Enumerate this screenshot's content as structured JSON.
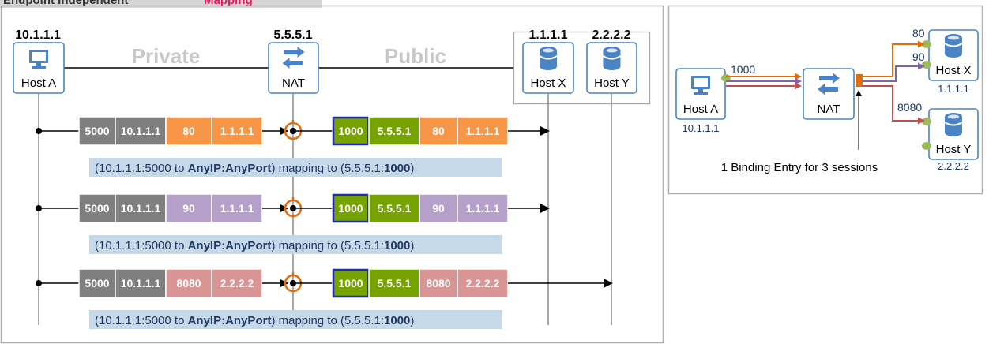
{
  "header_tab": {
    "part1": "Endpoint Independent ",
    "part2": "Mapping"
  },
  "colors": {
    "gray": "#7f7f7f",
    "orange": "#f79646",
    "purple": "#b4a0c8",
    "pink": "#d99594",
    "green": "#77a300",
    "blue_border": "#1f2ea6",
    "icon_blue": "#4a84c7",
    "caption_bg": "#c5d9e8",
    "nat_orange": "#e36c0a",
    "link_green": "#9bbb59",
    "text_blue": "#1f3864"
  },
  "left": {
    "network_labels": {
      "private": "Private",
      "public": "Public"
    },
    "nodes": {
      "host_a": {
        "label": "Host A",
        "ip": "10.1.1.1",
        "icon": "monitor-icon"
      },
      "nat": {
        "label": "NAT",
        "ip": "5.5.5.1",
        "icon": "nat-arrows-icon"
      },
      "host_x": {
        "label": "Host X",
        "ip": "1.1.1.1",
        "icon": "database-icon"
      },
      "host_y": {
        "label": "Host Y",
        "ip": "2.2.2.2",
        "icon": "database-icon"
      }
    },
    "flows": [
      {
        "before": [
          {
            "text": "5000",
            "color": "gray"
          },
          {
            "text": "10.1.1.1",
            "color": "gray"
          },
          {
            "text": "80",
            "color": "orange"
          },
          {
            "text": "1.1.1.1",
            "color": "orange"
          }
        ],
        "after": [
          {
            "text": "1000",
            "color": "green",
            "outlined": true
          },
          {
            "text": "5.5.5.1",
            "color": "green"
          },
          {
            "text": "80",
            "color": "orange"
          },
          {
            "text": "1.1.1.1",
            "color": "orange"
          }
        ],
        "caption": {
          "pre": "(10.1.1.1:5000 to ",
          "bold1": "AnyIP:AnyPort",
          "mid": ") mapping to (5.5.5.1:",
          "bold2": "1000",
          "post": ")"
        }
      },
      {
        "before": [
          {
            "text": "5000",
            "color": "gray"
          },
          {
            "text": "10.1.1.1",
            "color": "gray"
          },
          {
            "text": "90",
            "color": "purple"
          },
          {
            "text": "1.1.1.1",
            "color": "purple"
          }
        ],
        "after": [
          {
            "text": "1000",
            "color": "green",
            "outlined": true
          },
          {
            "text": "5.5.5.1",
            "color": "green"
          },
          {
            "text": "90",
            "color": "purple"
          },
          {
            "text": "1.1.1.1",
            "color": "purple"
          }
        ],
        "caption": {
          "pre": "(10.1.1.1:5000 to ",
          "bold1": "AnyIP:AnyPort",
          "mid": ") mapping to (5.5.5.1:",
          "bold2": "1000",
          "post": ")"
        }
      },
      {
        "before": [
          {
            "text": "5000",
            "color": "gray"
          },
          {
            "text": "10.1.1.1",
            "color": "gray"
          },
          {
            "text": "8080",
            "color": "pink"
          },
          {
            "text": "2.2.2.2",
            "color": "pink"
          }
        ],
        "after": [
          {
            "text": "1000",
            "color": "green",
            "outlined": true
          },
          {
            "text": "5.5.5.1",
            "color": "green"
          },
          {
            "text": "8080",
            "color": "pink"
          },
          {
            "text": "2.2.2.2",
            "color": "pink"
          }
        ],
        "caption": {
          "pre": "(10.1.1.1:5000 to ",
          "bold1": "AnyIP:AnyPort",
          "mid": ") mapping to (5.5.5.1:",
          "bold2": "1000",
          "post": ")"
        }
      }
    ]
  },
  "right": {
    "host_a": {
      "label": "Host A",
      "ip": "10.1.1.1",
      "port": "1000"
    },
    "nat": {
      "label": "NAT"
    },
    "host_x": {
      "label": "Host X",
      "ip": "1.1.1.1",
      "ports": [
        "80",
        "90"
      ]
    },
    "host_y": {
      "label": "Host Y",
      "ip": "2.2.2.2",
      "ports": [
        "8080"
      ]
    },
    "binding_note": "1 Binding Entry for 3 sessions"
  }
}
